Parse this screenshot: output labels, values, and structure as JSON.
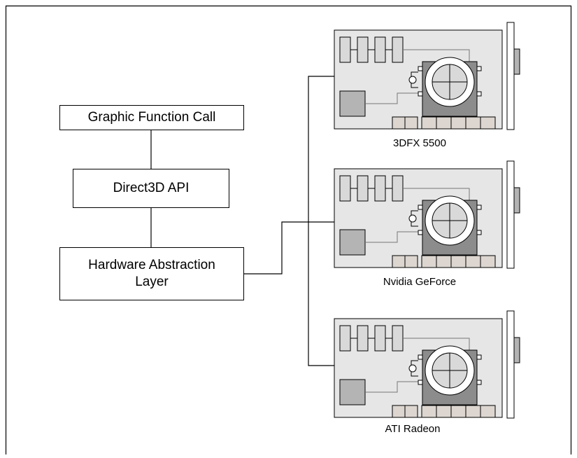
{
  "diagram": {
    "boxes": {
      "function_call": "Graphic Function Call",
      "api": "Direct3D API",
      "hal_line1": "Hardware Abstraction",
      "hal_line2": "Layer"
    },
    "cards": [
      {
        "label": "3DFX 5500"
      },
      {
        "label": "Nvidia GeForce"
      },
      {
        "label": "ATI Radeon"
      }
    ],
    "colors": {
      "board": "#e6e6e6",
      "component": "#d9d9d9",
      "chip": "#b4b4b4",
      "chip_dark": "#8c8c8c",
      "line": "#000000"
    }
  }
}
